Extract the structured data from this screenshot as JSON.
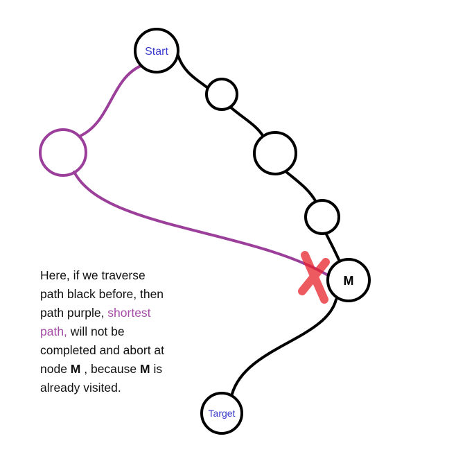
{
  "colors": {
    "black_path": "#000000",
    "purple_path": "#9b3f9b",
    "label": "#3a3acc",
    "cross": "#e8242c"
  },
  "nodes": {
    "start": "Start",
    "m": "M",
    "target": "Target"
  },
  "note": {
    "line1": "Here, if we traverse",
    "line2": "path black before, then",
    "line3_a": "path purple, ",
    "line3_b": "shortest",
    "line4_a": "path,",
    "line4_b": " will not be",
    "line5": "completed and abort at",
    "line6_a": "node ",
    "line6_b": "M",
    "line6_c": " , because ",
    "line6_d": "M",
    "line6_e": " is",
    "line7": "already visited."
  }
}
